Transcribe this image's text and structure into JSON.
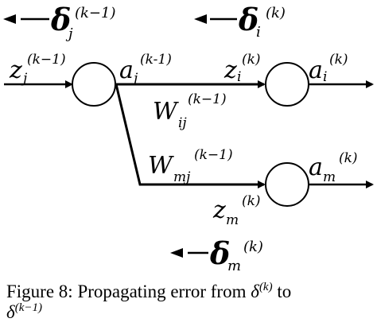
{
  "labels": {
    "delta_j": "δ",
    "delta_j_sub": "j",
    "delta_j_sup": "(k−1)",
    "delta_i": "δ",
    "delta_i_sub": "i",
    "delta_i_sup": "(k)",
    "z_j": "z",
    "z_j_sub": "j",
    "z_j_sup": "(k−1)",
    "a_j": "a",
    "a_j_sub": "j",
    "a_j_sup": "(k-1)",
    "z_i": "z",
    "z_i_sub": "i",
    "z_i_sup": "(k)",
    "a_i": "a",
    "a_i_sub": "i",
    "a_i_sup": "(k)",
    "w_ij": "W",
    "w_ij_sub": "ij",
    "w_ij_sup": "(k−1)",
    "w_mj": "W",
    "w_mj_sub": "mj",
    "w_mj_sup": "(k−1)",
    "a_m": "a",
    "a_m_sub": "m",
    "a_m_sup": "(k)",
    "z_m": "z",
    "z_m_sub": "m",
    "z_m_sup": "(k)",
    "delta_m": "δ",
    "delta_m_sub": "m",
    "delta_m_sup": "(k)"
  },
  "caption": {
    "prefix": "Figure 8: Propagating error from ",
    "delta1": "δ",
    "delta1_sup": "(k)",
    "middle": " to",
    "delta2": "δ",
    "delta2_sup": "(k−1)"
  }
}
